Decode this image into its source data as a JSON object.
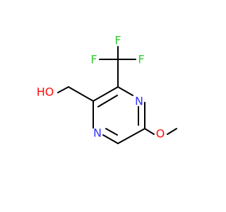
{
  "molecule": {
    "atoms": {
      "ring_n_top": {
        "label": "N",
        "color": "#3333ff"
      },
      "ring_n_left": {
        "label": "N",
        "color": "#3333ff"
      },
      "hydroxyl": {
        "label": "HO",
        "color": "#ff0d0d"
      },
      "methoxy_o": {
        "label": "O",
        "color": "#ff0d0d"
      },
      "fluorine_left": {
        "label": "F",
        "color": "#33cc33"
      },
      "fluorine_right": {
        "label": "F",
        "color": "#33cc33"
      },
      "fluorine_top": {
        "label": "F",
        "color": "#33cc33"
      }
    }
  }
}
